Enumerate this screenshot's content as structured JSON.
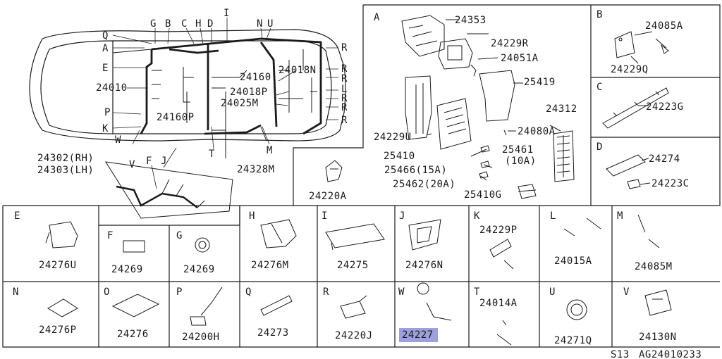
{
  "overview": {
    "callouts": [
      "Q",
      "A",
      "E",
      "P",
      "K",
      "W",
      "G",
      "B",
      "C",
      "H",
      "D",
      "I",
      "N",
      "U",
      "R",
      "R",
      "R",
      "L",
      "R",
      "R",
      "R",
      "R",
      "T",
      "M",
      "V",
      "F",
      "J"
    ],
    "part_labels": [
      "24010",
      "24160P",
      "24160",
      "24018N",
      "24018P",
      "24025M",
      "24328M",
      "24302(RH)",
      "24303(LH)"
    ]
  },
  "panel_a": {
    "letter": "A",
    "parts": [
      "24353",
      "24229R",
      "24051A",
      "25419",
      "24229U",
      "24312",
      "24080A",
      "25410",
      "25461",
      "(10A)",
      "25466(15A)",
      "25462(20A)",
      "25410G"
    ]
  },
  "panel_a2": {
    "part": "24220A"
  },
  "panel_b": {
    "letter": "B",
    "parts": [
      "24085A",
      "24229Q"
    ]
  },
  "panel_c": {
    "letter": "C",
    "parts": [
      "24223G"
    ]
  },
  "panel_d": {
    "letter": "D",
    "parts": [
      "24274",
      "24223C"
    ]
  },
  "grid_row1": [
    {
      "letter": "E",
      "part": "24276U"
    },
    {
      "letter": "F",
      "part": "24269"
    },
    {
      "letter": "G",
      "part": "24269"
    },
    {
      "letter": "H",
      "part": "24276M"
    },
    {
      "letter": "I",
      "part": "24275"
    },
    {
      "letter": "J",
      "part": "24276N"
    },
    {
      "letter": "K",
      "part": "24229P"
    },
    {
      "letter": "L",
      "part": "24015A"
    },
    {
      "letter": "M",
      "part": "24085M"
    }
  ],
  "grid_row2": [
    {
      "letter": "N",
      "part": "24276P"
    },
    {
      "letter": "Ο",
      "part": "24276"
    },
    {
      "letter": "P",
      "part": "24200H"
    },
    {
      "letter": "Q",
      "part": "24273"
    },
    {
      "letter": "R",
      "part": "24220J"
    },
    {
      "letter": "W",
      "part": "24227"
    },
    {
      "letter": "T",
      "part": "24014A"
    },
    {
      "letter": "U",
      "part": "24271Q"
    },
    {
      "letter": "V",
      "part": "24130N"
    }
  ],
  "footer": {
    "page": "S13",
    "code": "AG24010233"
  },
  "colors": {
    "line": "#1a1a1a",
    "highlight": "#8d8fd4"
  }
}
